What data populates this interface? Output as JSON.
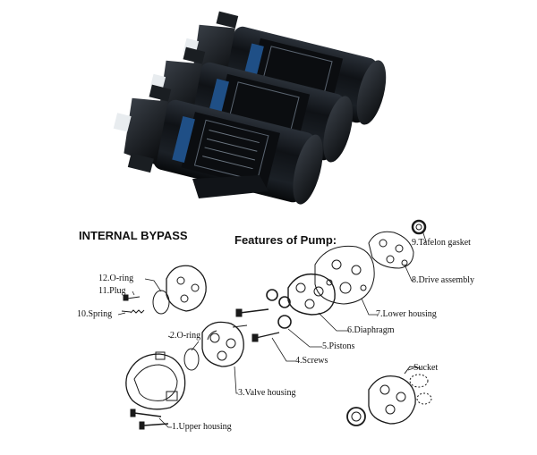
{
  "headings": {
    "left": "INTERNAL BYPASS",
    "right": "Features of Pump:"
  },
  "callouts": {
    "tafelon_gasket": "9.Tafelon gasket",
    "drive_assembly": "8.Drive assembly",
    "lower_housing": "7.Lower housing",
    "diaphragm": "6.Diaphragm",
    "pistons": "5.Pistons",
    "screws": "4.Screws",
    "valve_housing": "3.Valve housing",
    "o_ring_2": "2.O-ring",
    "upper_housing": "1.Upper housing",
    "o_ring_12": "12.O-ring",
    "plug": "11.Plug",
    "spring": "10.Spring",
    "sucket": "Sucket"
  },
  "colors": {
    "pump_body": "#15181c",
    "pump_label_blue": "#1f4f86",
    "fitting_white": "#e8ecef",
    "line_art": "#1a1a1a"
  }
}
